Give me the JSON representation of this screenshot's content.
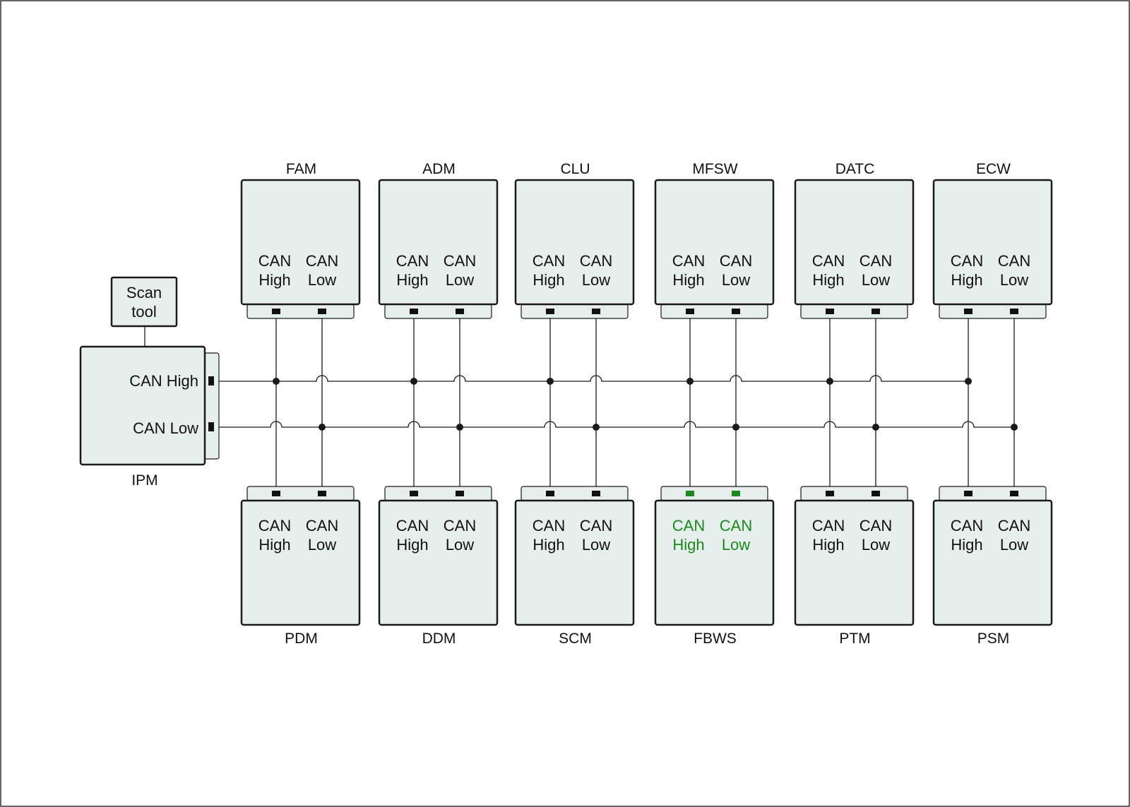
{
  "colors": {
    "module_fill": "#e6eeee",
    "stroke": "#1a1a1a",
    "highlight": "#1a8a1a",
    "background": "#ffffff"
  },
  "scan_tool": {
    "line1": "Scan",
    "line2": "tool"
  },
  "ipm": {
    "name": "IPM",
    "can_high": "CAN High",
    "can_low": "CAN Low"
  },
  "top_modules": [
    {
      "name": "FAM",
      "line_a1": "CAN",
      "line_a2": "High",
      "line_b1": "CAN",
      "line_b2": "Low",
      "highlighted": false
    },
    {
      "name": "ADM",
      "line_a1": "CAN",
      "line_a2": "High",
      "line_b1": "CAN",
      "line_b2": "Low",
      "highlighted": false
    },
    {
      "name": "CLU",
      "line_a1": "CAN",
      "line_a2": "High",
      "line_b1": "CAN",
      "line_b2": "Low",
      "highlighted": false
    },
    {
      "name": "MFSW",
      "line_a1": "CAN",
      "line_a2": "High",
      "line_b1": "CAN",
      "line_b2": "Low",
      "highlighted": false
    },
    {
      "name": "DATC",
      "line_a1": "CAN",
      "line_a2": "High",
      "line_b1": "CAN",
      "line_b2": "Low",
      "highlighted": false
    },
    {
      "name": "ECW",
      "line_a1": "CAN",
      "line_a2": "High",
      "line_b1": "CAN",
      "line_b2": "Low",
      "highlighted": false
    }
  ],
  "bottom_modules": [
    {
      "name": "PDM",
      "line_a1": "CAN",
      "line_a2": "High",
      "line_b1": "CAN",
      "line_b2": "Low",
      "highlighted": false
    },
    {
      "name": "DDM",
      "line_a1": "CAN",
      "line_a2": "High",
      "line_b1": "CAN",
      "line_b2": "Low",
      "highlighted": false
    },
    {
      "name": "SCM",
      "line_a1": "CAN",
      "line_a2": "High",
      "line_b1": "CAN",
      "line_b2": "Low",
      "highlighted": false
    },
    {
      "name": "FBWS",
      "line_a1": "CAN",
      "line_a2": "High",
      "line_b1": "CAN",
      "line_b2": "Low",
      "highlighted": true
    },
    {
      "name": "PTM",
      "line_a1": "CAN",
      "line_a2": "High",
      "line_b1": "CAN",
      "line_b2": "Low",
      "highlighted": false
    },
    {
      "name": "PSM",
      "line_a1": "CAN",
      "line_a2": "High",
      "line_b1": "CAN",
      "line_b2": "Low",
      "highlighted": false
    }
  ]
}
